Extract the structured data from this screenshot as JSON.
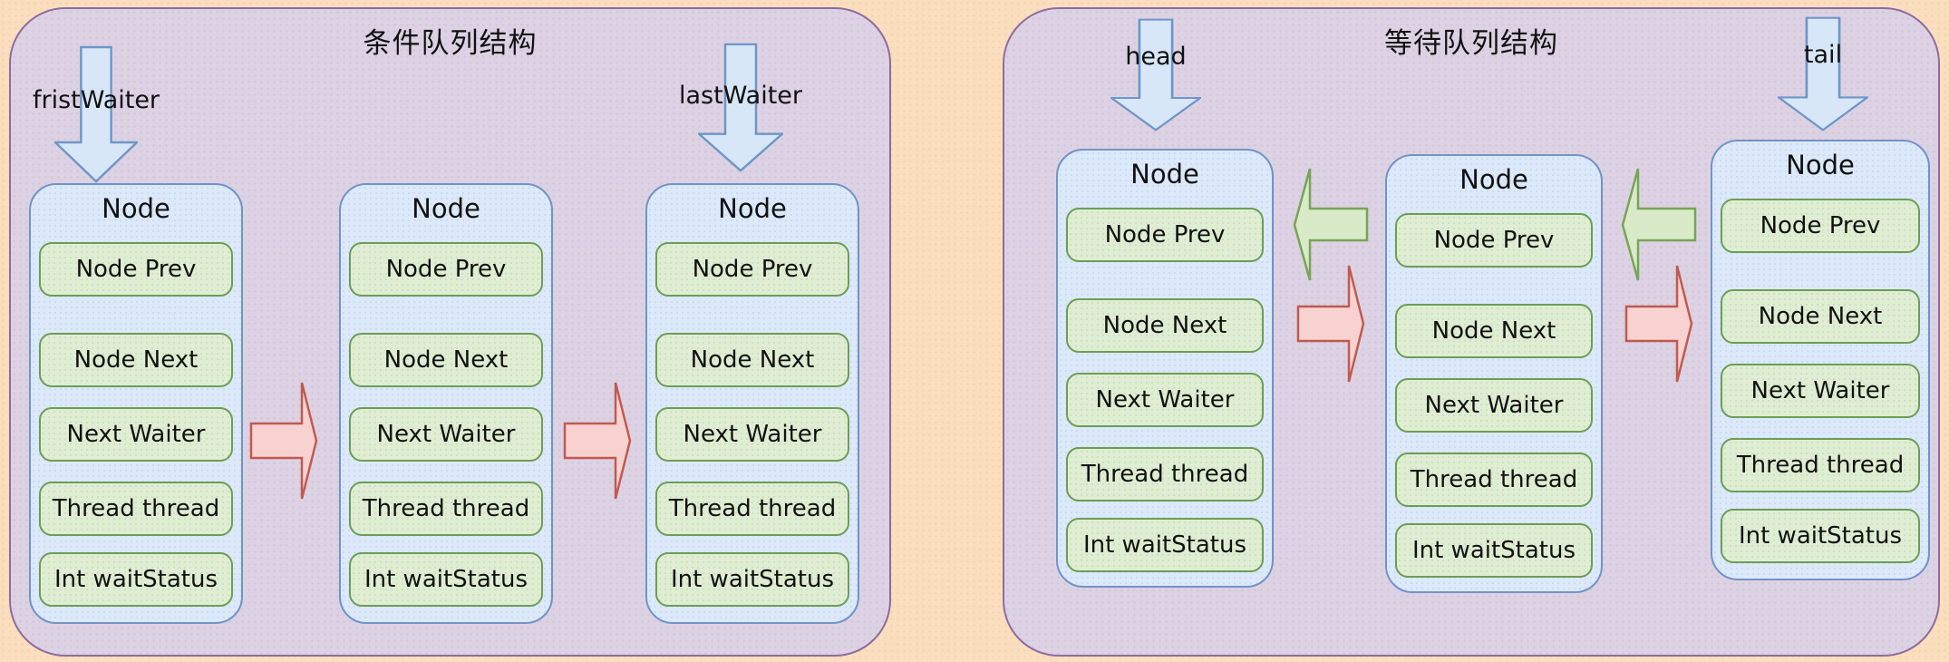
{
  "colors": {
    "page_bg": "#fbdebe",
    "panel_bg": "#ddd2e3",
    "panel_border": "#8e6c9e",
    "node_bg": "#dbe9fa",
    "node_border": "#7193c6",
    "field_bg": "#dfeed3",
    "field_border": "#6d9d55",
    "blue_arrow_fill": "#d8e7f8",
    "blue_arrow_border": "#6e96c8",
    "red_arrow_fill": "#f8d2d0",
    "red_arrow_border": "#c05a50",
    "green_arrow_fill": "#d9eac9",
    "green_arrow_border": "#76a556",
    "text": "#111111"
  },
  "panels": [
    {
      "title": "条件队列结构",
      "pointers": [
        {
          "label": "fristWaiter"
        },
        {
          "label": "lastWaiter"
        }
      ],
      "nodes": [
        {
          "title": "Node",
          "fields": [
            "Node Prev",
            "Node Next",
            "Next Waiter",
            "Thread thread",
            "Int waitStatus"
          ]
        },
        {
          "title": "Node",
          "fields": [
            "Node Prev",
            "Node Next",
            "Next Waiter",
            "Thread thread",
            "Int waitStatus"
          ]
        },
        {
          "title": "Node",
          "fields": [
            "Node Prev",
            "Node Next",
            "Next Waiter",
            "Thread thread",
            "Int waitStatus"
          ]
        }
      ]
    },
    {
      "title": "等待队列结构",
      "pointers": [
        {
          "label": "head"
        },
        {
          "label": "tail"
        }
      ],
      "nodes": [
        {
          "title": "Node",
          "fields": [
            "Node Prev",
            "Node Next",
            "Next Waiter",
            "Thread thread",
            "Int waitStatus"
          ]
        },
        {
          "title": "Node",
          "fields": [
            "Node Prev",
            "Node Next",
            "Next Waiter",
            "Thread thread",
            "Int waitStatus"
          ]
        },
        {
          "title": "Node",
          "fields": [
            "Node Prev",
            "Node Next",
            "Next Waiter",
            "Thread thread",
            "Int waitStatus"
          ]
        }
      ]
    }
  ]
}
